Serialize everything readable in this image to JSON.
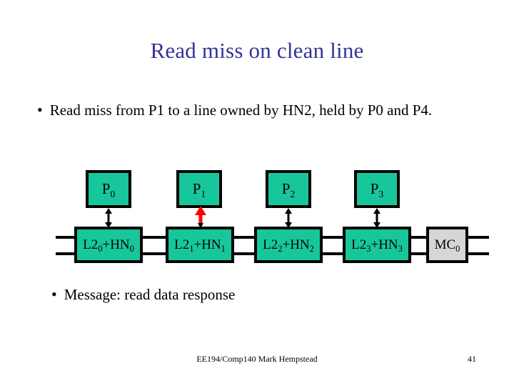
{
  "slide": {
    "title": "Read miss on clean line",
    "title_color": "#333399",
    "bullets": [
      {
        "marker": "•",
        "text": "Read miss from P1 to a line owned by HN2, held by P0 and P4."
      },
      {
        "marker": "•",
        "text": "Message: read data response"
      }
    ],
    "footer": {
      "credit": "EE194/Comp140 Mark Hempstead",
      "page_number": "41"
    }
  },
  "diagram": {
    "colors": {
      "node_fill": "#17C79B",
      "memory_controller_fill": "#D6D6D6",
      "outline": "#000000",
      "highlight_arrow": "#FF0000",
      "normal_arrow": "#000000"
    },
    "processors": [
      {
        "name": "P",
        "index": "0",
        "label": "P0"
      },
      {
        "name": "P",
        "index": "1",
        "label": "P1"
      },
      {
        "name": "P",
        "index": "2",
        "label": "P2"
      },
      {
        "name": "P",
        "index": "3",
        "label": "P3"
      }
    ],
    "caches": [
      {
        "name": "L2",
        "index": "0",
        "hn": "HN",
        "hn_index": "0",
        "label": "L20+HN0"
      },
      {
        "name": "L2",
        "index": "1",
        "hn": "HN",
        "hn_index": "1",
        "label": "L21+HN1"
      },
      {
        "name": "L2",
        "index": "2",
        "hn": "HN",
        "hn_index": "2",
        "label": "L22+HN2"
      },
      {
        "name": "L2",
        "index": "3",
        "hn": "HN",
        "hn_index": "3",
        "label": "L23+HN3"
      }
    ],
    "memory_controller": {
      "name": "MC",
      "index": "0",
      "label": "MC0"
    },
    "connectors": [
      {
        "id": "p0-link",
        "color": "#000000",
        "direction": "both"
      },
      {
        "id": "p1-link",
        "color": "#FF0000",
        "direction": "up"
      },
      {
        "id": "p2-link",
        "color": "#000000",
        "direction": "both"
      },
      {
        "id": "p3-link",
        "color": "#000000",
        "direction": "both"
      }
    ],
    "bus_count": 2
  }
}
